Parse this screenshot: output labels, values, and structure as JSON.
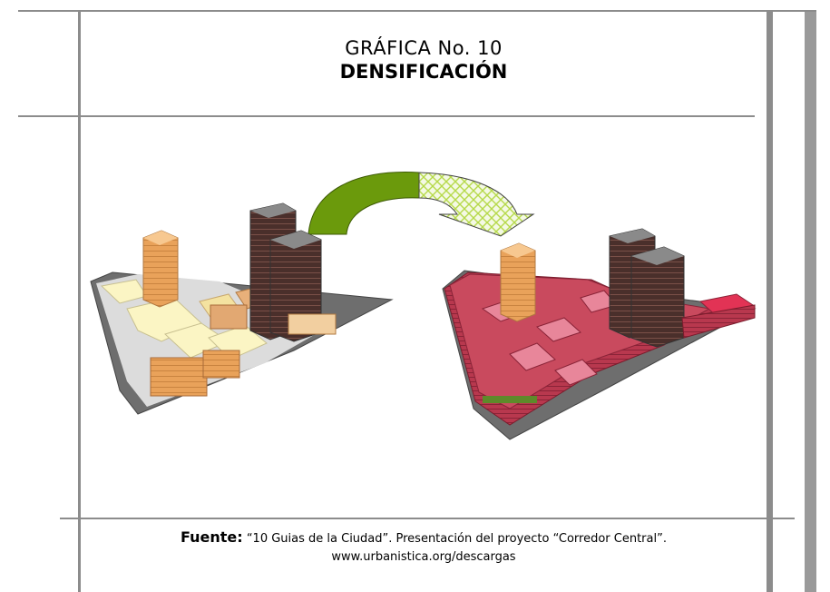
{
  "title": {
    "line1": "GRÁFICA No. 10",
    "line2": "DENSIFICACIÓN"
  },
  "figure": {
    "before_label": "",
    "after_label": "",
    "arrow_icon": "curved-arrow-icon"
  },
  "caption": {
    "source_label": "Fuente:",
    "source_text": "“10 Guias de la Ciudad”. Presentación del proyecto “Corredor Central”.",
    "url": "www.urbanistica.org/descargas"
  },
  "colors": {
    "rule": "#8c8c8c",
    "arrow_green": "#6b9a0c",
    "arrow_pattern": "#b6d94a",
    "tower_dark": "#5a3a35",
    "tower_orange": "#f0b46e",
    "low_cream": "#fbf5c4",
    "dense_red": "#c73f55",
    "ground_gray": "#6e6e6e"
  }
}
